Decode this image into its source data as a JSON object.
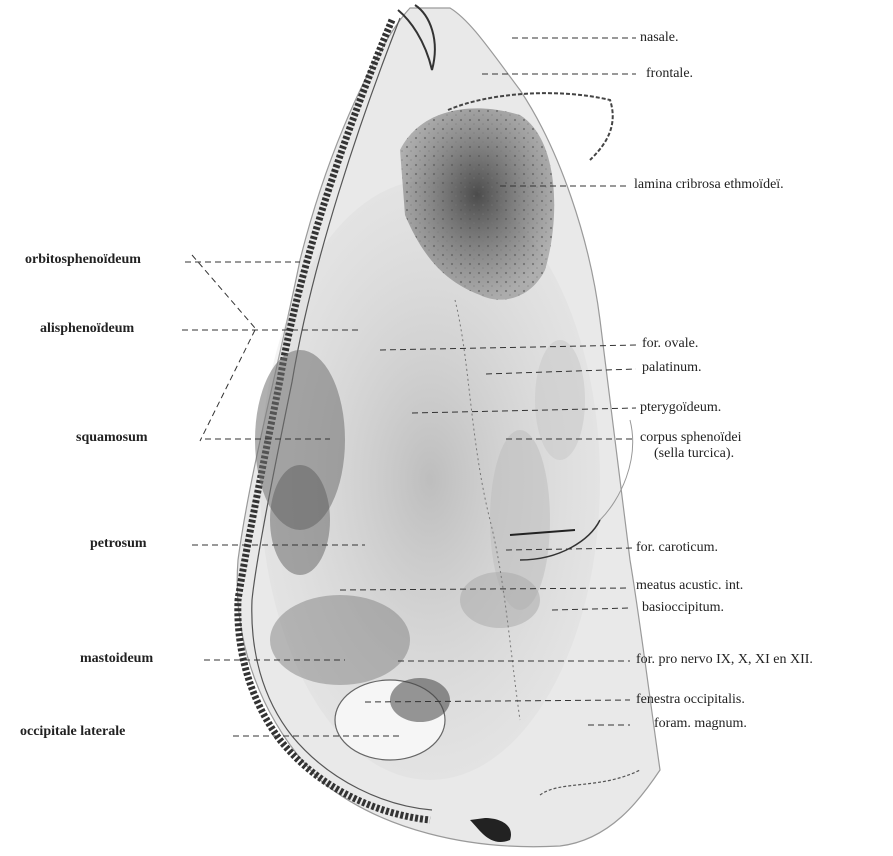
{
  "figure": {
    "labels_left": [
      {
        "id": "orbitosphenoideum",
        "text": "orbitosphenoïdeum"
      },
      {
        "id": "alisphenoideum",
        "text": "alisphenoïdeum"
      },
      {
        "id": "squamosum",
        "text": "squamosum"
      },
      {
        "id": "petrosum",
        "text": "petrosum"
      },
      {
        "id": "mastoideum",
        "text": "mastoideum"
      },
      {
        "id": "occipitale-laterale",
        "text": "occipitale laterale"
      }
    ],
    "labels_right": [
      {
        "id": "nasale",
        "text": "nasale."
      },
      {
        "id": "frontale",
        "text": "frontale."
      },
      {
        "id": "lamina-cribrosa",
        "text": "lamina cribrosa ethmoïdeï."
      },
      {
        "id": "for-ovale",
        "text": "for. ovale."
      },
      {
        "id": "palatinum",
        "text": "palatinum."
      },
      {
        "id": "pterygoideum",
        "text": "pterygoïdeum."
      },
      {
        "id": "corpus-sphenoidei",
        "text": "corpus sphenoïdei"
      },
      {
        "id": "sella-turcica",
        "text": "(sella turcica)."
      },
      {
        "id": "for-caroticum",
        "text": "for. caroticum."
      },
      {
        "id": "meatus-acustic",
        "text": "meatus acustic. int."
      },
      {
        "id": "basioccipitum",
        "text": "basioccipitum."
      },
      {
        "id": "for-pro-nervo",
        "text": "for. pro nervo IX, X, XI en XII."
      },
      {
        "id": "fenestra-occipitalis",
        "text": "fenestra occipitalis."
      },
      {
        "id": "foram-magnum",
        "text": "foram. magnum."
      }
    ]
  }
}
